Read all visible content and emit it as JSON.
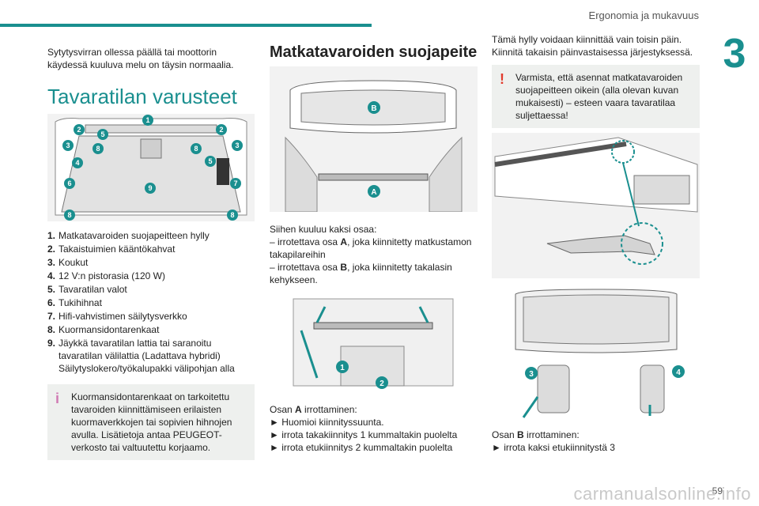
{
  "header": {
    "section_title": "Ergonomia ja mukavuus",
    "chapter": "3"
  },
  "col1": {
    "intro": "Sytytysvirran ollessa päällä tai moottorin käydessä kuuluva melu on täysin normaalia.",
    "heading": "Tavaratilan varusteet",
    "items": [
      {
        "n": "1.",
        "t": "Matkatavaroiden suojapeitteen hylly"
      },
      {
        "n": "2.",
        "t": "Takaistuimien kääntökahvat"
      },
      {
        "n": "3.",
        "t": "Koukut"
      },
      {
        "n": "4.",
        "t": "12 V:n pistorasia (120 W)"
      },
      {
        "n": "5.",
        "t": "Tavaratilan valot"
      },
      {
        "n": "6.",
        "t": "Tukihihnat"
      },
      {
        "n": "7.",
        "t": "Hifi-vahvistimen säilytysverkko"
      },
      {
        "n": "8.",
        "t": "Kuormansidontarenkaat"
      },
      {
        "n": "9.",
        "t": "Jäykkä tavaratilan lattia tai saranoitu tavaratilan välilattia (Ladattava hybridi) Säilytyslokero/työkalupakki välipohjan alla"
      }
    ],
    "note": "Kuormansidontarenkaat on tarkoitettu tavaroiden kiinnittämiseen erilaisten kuormaverkkojen tai sopivien hihnojen avulla. Lisätietoja antaa PEUGEOT-verkosto tai valtuutettu korjaamo.",
    "note_icon": "i"
  },
  "col2": {
    "heading": "Matkatavaroiden suojapeite",
    "label_a": "A",
    "label_b": "B",
    "parts_intro": "Siihen kuuluu kaksi osaa:",
    "part_a_pre": "– irrotettava osa ",
    "part_a_post": ", joka kiinnitetty matkustamon takapilareihin",
    "part_b_pre": "– irrotettava osa ",
    "part_b_post": ", joka kiinnitetty takalasin kehykseen.",
    "removal_pre": "Osan ",
    "removal_post": " irrottaminen:",
    "steps": [
      "► Huomioi kiinnityssuunta.",
      "► irrota takakiinnitys 1 kummaltakin puolelta",
      "► irrota etukiinnitys 2 kummaltakin puolelta"
    ],
    "callout_1": "1",
    "callout_2": "2"
  },
  "col3": {
    "intro": "Tämä hylly voidaan kiinnittää vain toisin päin. Kiinnitä takaisin päinvastaisessa järjestyksessä.",
    "warning": "Varmista, että asennat matkatavaroiden suojapeitteen oikein (alla olevan kuvan mukaisesti) – esteen vaara tavaratilaa suljettaessa!",
    "warning_icon": "!",
    "removal_pre": "Osan ",
    "removal_post": " irrottaminen:",
    "step": "► irrota kaksi etukiinnitystä 3",
    "callout_3": "3",
    "callout_4": "4"
  },
  "callouts_fig1": [
    "1",
    "2",
    "2",
    "3",
    "3",
    "4",
    "5",
    "5",
    "6",
    "7",
    "8",
    "8",
    "8",
    "8",
    "9"
  ],
  "footer": {
    "page": "59",
    "watermark": "carmanualsonline.info"
  },
  "colors": {
    "accent": "#1a8f8f",
    "warn": "#e23b2d",
    "info": "#d07ab3"
  }
}
